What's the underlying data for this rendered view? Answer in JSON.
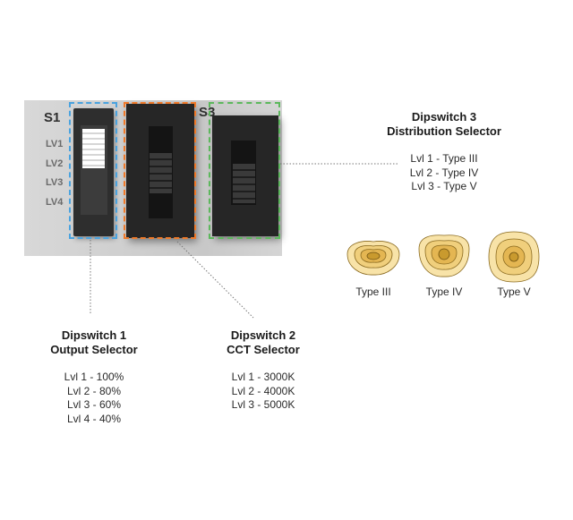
{
  "photo": {
    "s1_label": "S1",
    "s3_label": "S3",
    "levels": [
      "LV1",
      "LV2",
      "LV3",
      "LV4"
    ]
  },
  "dipswitch1": {
    "title_line1": "Dipswitch 1",
    "title_line2": "Output Selector",
    "items": [
      "Lvl 1 - 100%",
      "Lvl 2 - 80%",
      "Lvl 3 - 60%",
      "Lvl 4 - 40%"
    ]
  },
  "dipswitch2": {
    "title_line1": "Dipswitch 2",
    "title_line2": "CCT Selector",
    "items": [
      "Lvl 1 - 3000K",
      "Lvl 2 - 4000K",
      "Lvl 3 - 5000K"
    ]
  },
  "dipswitch3": {
    "title_line1": "Dipswitch 3",
    "title_line2": "Distribution Selector",
    "items": [
      "Lvl 1 - Type III",
      "Lvl 2 - Type IV",
      "Lvl 3 - Type V"
    ]
  },
  "distribution_types": [
    {
      "label": "Type III",
      "icon": "type-iii-distribution-icon"
    },
    {
      "label": "Type IV",
      "icon": "type-iv-distribution-icon"
    },
    {
      "label": "Type V",
      "icon": "type-v-distribution-icon"
    }
  ],
  "colors": {
    "switch1_box": "#4aa3df",
    "switch2_box": "#f07a2a",
    "switch3_box": "#5cb85c",
    "distribution_outer": "#f7e0a3",
    "distribution_inner": "#c99a2e"
  }
}
